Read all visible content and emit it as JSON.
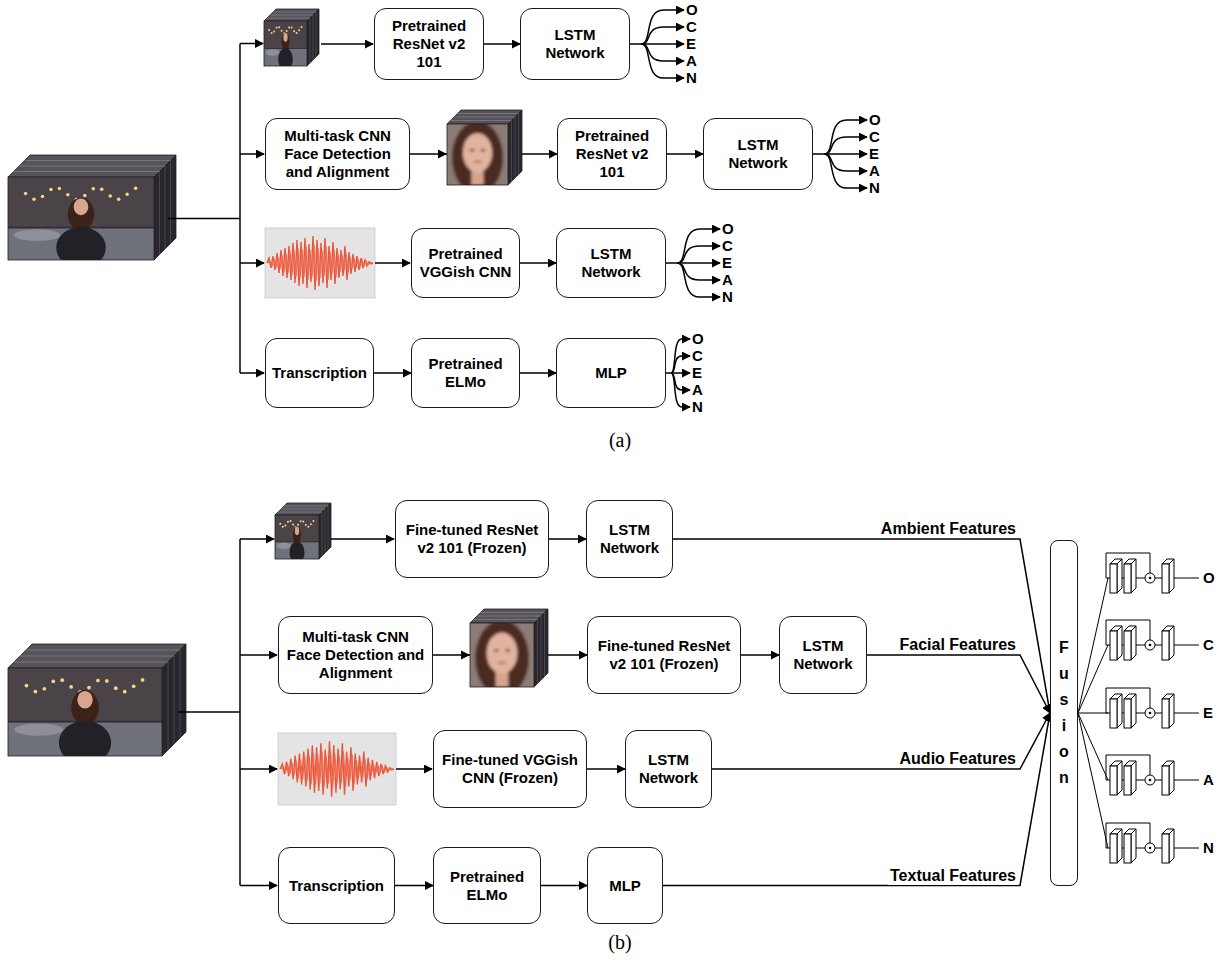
{
  "diagram": {
    "nodes": [
      {
        "text": [
          "Pretrained ResNet v2 101"
        ]
      },
      {
        "text": [
          "LSTM Network"
        ]
      },
      {
        "text": [
          "Multi-task CNN Face Detection and Alignment"
        ]
      },
      {
        "text": [
          "Pretrained ResNet v2 101"
        ]
      },
      {
        "text": [
          "LSTM Network"
        ]
      },
      {
        "text": [
          "Pretrained VGGish CNN"
        ]
      },
      {
        "text": [
          "LSTM Network"
        ]
      },
      {
        "text": [
          "Transcription"
        ]
      },
      {
        "text": [
          "Pretrained ELMo"
        ]
      },
      {
        "text": [
          "MLP"
        ]
      },
      {
        "text": [
          "Fine-tuned ResNet v2 101 (Frozen)"
        ]
      },
      {
        "text": [
          "LSTM Network"
        ]
      },
      {
        "text": [
          "Multi-task CNN Face Detection and Alignment"
        ]
      },
      {
        "text": [
          "Fine-tuned ResNet v2 101 (Frozen)"
        ]
      },
      {
        "text": [
          "LSTM Network"
        ]
      },
      {
        "text": [
          "Fine-tuned VGGish CNN (Frozen)"
        ]
      },
      {
        "text": [
          "LSTM Network"
        ]
      },
      {
        "text": [
          "Transcription"
        ]
      },
      {
        "text": [
          "Pretrained ELMo"
        ]
      },
      {
        "text": [
          "MLP"
        ]
      },
      {
        "text": [
          "Fusion"
        ]
      }
    ],
    "edges": [
      {
        "from": 0,
        "to": 1,
        "arrow": "to"
      },
      {
        "from": 2,
        "to": 3,
        "arrow": "to"
      },
      {
        "from": 3,
        "to": 4,
        "arrow": "to"
      },
      {
        "from": 5,
        "to": 6,
        "arrow": "to"
      },
      {
        "from": 7,
        "to": 8,
        "arrow": "to"
      },
      {
        "from": 8,
        "to": 9,
        "arrow": "to"
      },
      {
        "from": 10,
        "to": 11,
        "arrow": "to"
      },
      {
        "from": 12,
        "to": 13,
        "arrow": "to"
      },
      {
        "from": 13,
        "to": 14,
        "arrow": "to"
      },
      {
        "from": 15,
        "to": 16,
        "arrow": "to"
      },
      {
        "from": 17,
        "to": 18,
        "arrow": "to"
      },
      {
        "from": 18,
        "to": 19,
        "arrow": "to"
      },
      {
        "from": 11,
        "to": 20,
        "label": "Ambient Features",
        "arrow": "to"
      },
      {
        "from": 14,
        "to": 20,
        "label": "Facial Features",
        "arrow": "to"
      },
      {
        "from": 16,
        "to": 20,
        "label": "Audio Features",
        "arrow": "to"
      },
      {
        "from": 19,
        "to": 20,
        "label": "Textual Features",
        "arrow": "to"
      }
    ],
    "labels": [
      "O",
      "C",
      "E",
      "A",
      "N",
      "O",
      "C",
      "E",
      "A",
      "N",
      "O",
      "C",
      "E",
      "A",
      "N",
      "O",
      "C",
      "E",
      "A",
      "N",
      "(a)",
      "O",
      "C",
      "E",
      "A",
      "N",
      "(b)"
    ]
  }
}
